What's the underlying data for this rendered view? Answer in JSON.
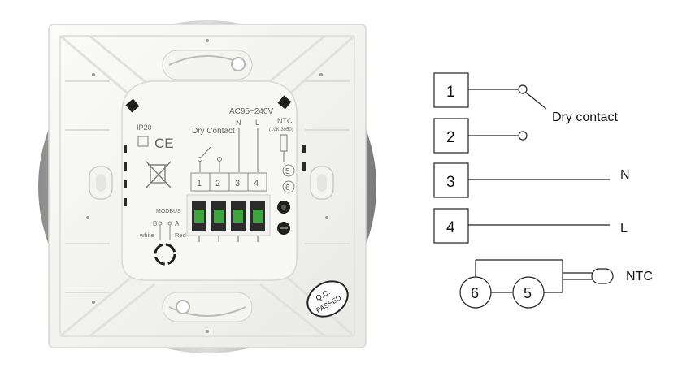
{
  "device": {
    "rating": "AC95~240V",
    "dry_contact_label": "Dry Contact",
    "ip_rating": "IP20",
    "ce_mark": "CE",
    "terminal_N": "N",
    "terminal_L": "L",
    "ntc_label": "NTC",
    "ntc_spec": "(10K  3950)",
    "terminals": [
      "1",
      "2",
      "3",
      "4"
    ],
    "ntc_terminals": [
      "5",
      "6"
    ],
    "modbus_label": "MODBUS",
    "modbus_B": "B",
    "modbus_A": "A",
    "wire_white": "white",
    "wire_red": "Red",
    "qc_line1": "Q.C.",
    "qc_line2": "PASSED"
  },
  "legend": {
    "boxes": [
      "1",
      "2",
      "3",
      "4"
    ],
    "dry_contact": "Dry contact",
    "neutral": "N",
    "live": "L",
    "ntc_circles": [
      "6",
      "5"
    ],
    "ntc": "NTC"
  },
  "icons": {
    "weee": "crossed-out-bin-icon",
    "mounting_slot": "mounting-slot-icon"
  }
}
